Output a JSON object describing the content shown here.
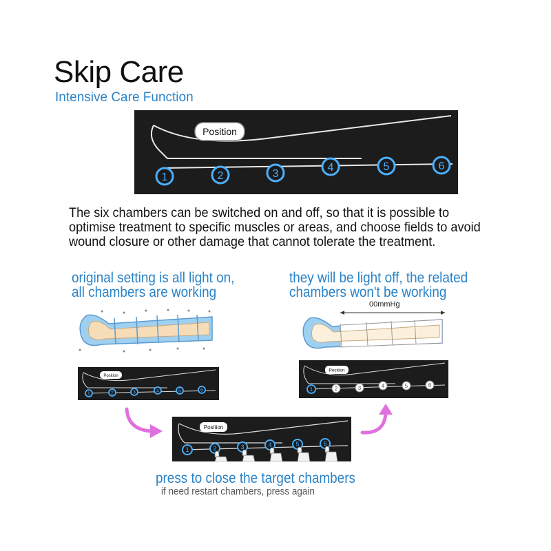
{
  "header": {
    "title": "Skip Care",
    "subtitle": "Intensive Care Function"
  },
  "panel": {
    "position_label": "Position",
    "chambers": [
      "1",
      "2",
      "3",
      "4",
      "5",
      "6"
    ]
  },
  "description": "The six chambers can be switched on and off, so that it is possible to optimise treatment to specific muscles or areas, and choose fields to avoid wound closure or other damage that cannot tolerate the treatment.",
  "left_note": {
    "line1": "original setting is all light on,",
    "line2": "all chambers are working"
  },
  "right_note": {
    "line1": "they will be light off, the related",
    "line2": "chambers won't be working"
  },
  "pressure_label": "00mmHg",
  "bottom_note": {
    "main": "press to close the target chambers",
    "sub": "if need restart chambers, press again"
  },
  "colors": {
    "accent_blue": "#2a83c8",
    "chamber_glow": "#4ab0ff",
    "arrow_magenta": "#e070e0",
    "panel_bg": "#1c1c1c"
  }
}
